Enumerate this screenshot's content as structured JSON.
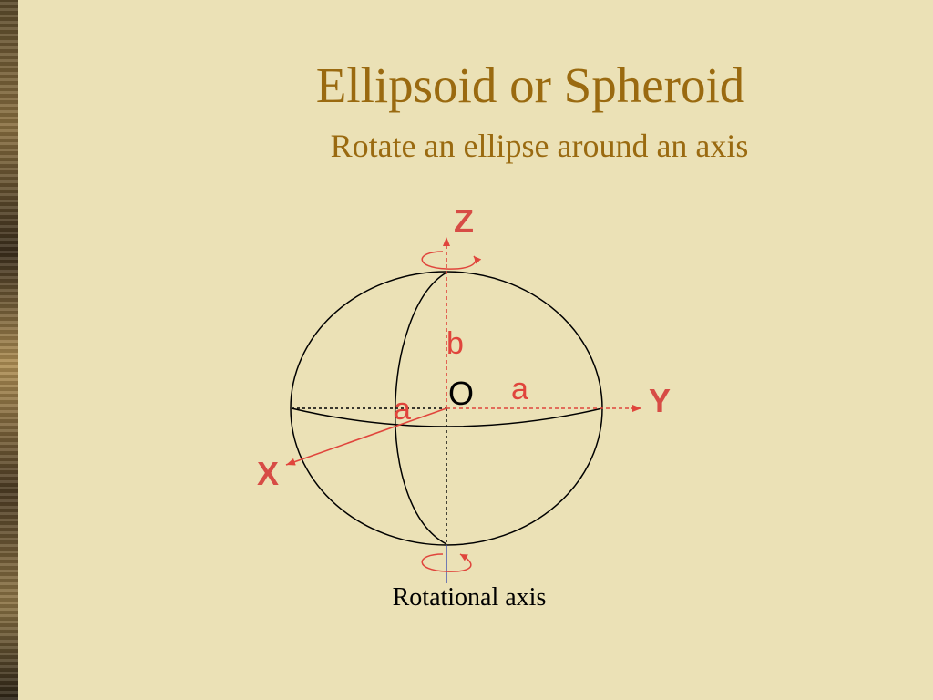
{
  "slide": {
    "title": "Ellipsoid or Spheroid",
    "subtitle": "Rotate an ellipse around an axis"
  },
  "diagram": {
    "axis_labels": {
      "z": "Z",
      "y": "Y",
      "x": "X"
    },
    "origin_label": "O",
    "semi_axis_labels": {
      "b": "b",
      "a_y": "a",
      "a_x": "a"
    },
    "caption": "Rotational axis",
    "colors": {
      "background": "#ebe1b6",
      "title": "#9a6a10",
      "axis_red": "#e0453c",
      "axis_label_red": "#d74c45",
      "ellipse_black": "#000000",
      "axis_blue": "#3d4fb0"
    },
    "icons": {
      "rotation_top": "rotation-arrow-icon",
      "rotation_bottom": "rotation-arrow-icon"
    }
  }
}
